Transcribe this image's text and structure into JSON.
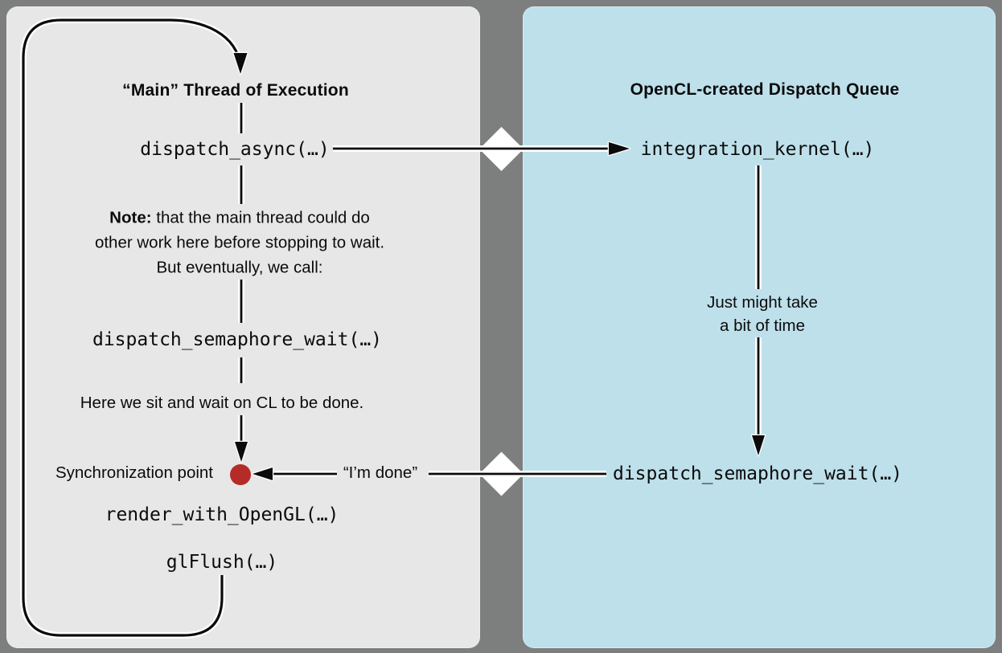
{
  "colors": {
    "background": "#7d7e7e",
    "left_panel_bg": "#e6e7e6",
    "right_panel_bg": "#bee0eb",
    "line_black": "#0b0b0b",
    "casing_white": "#ffffff",
    "sync_dot_red": "#b42b28"
  },
  "left_panel": {
    "title": "“Main” Thread of Execution",
    "dispatch_async": "dispatch_async(…)",
    "note_bold": "Note:",
    "note_line1_rest": " that the main thread could do",
    "note_line2": "other work here before stopping to wait.",
    "note_line3": "But eventually, we call:",
    "dispatch_semaphore_wait": "dispatch_semaphore_wait(…)",
    "wait_caption": "Here we sit and wait on CL to be done.",
    "sync_label": "Synchronization point",
    "render_call": "render_with_OpenGL(…)",
    "flush_call": "glFlush(…)"
  },
  "right_panel": {
    "title": "OpenCL-created Dispatch Queue",
    "integration_kernel": "integration_kernel(…)",
    "time_line1": "Just might take",
    "time_line2": "a bit of time",
    "dispatch_semaphore_wait": "dispatch_semaphore_wait(…)"
  },
  "connector": {
    "done_label": "“I’m done”"
  }
}
